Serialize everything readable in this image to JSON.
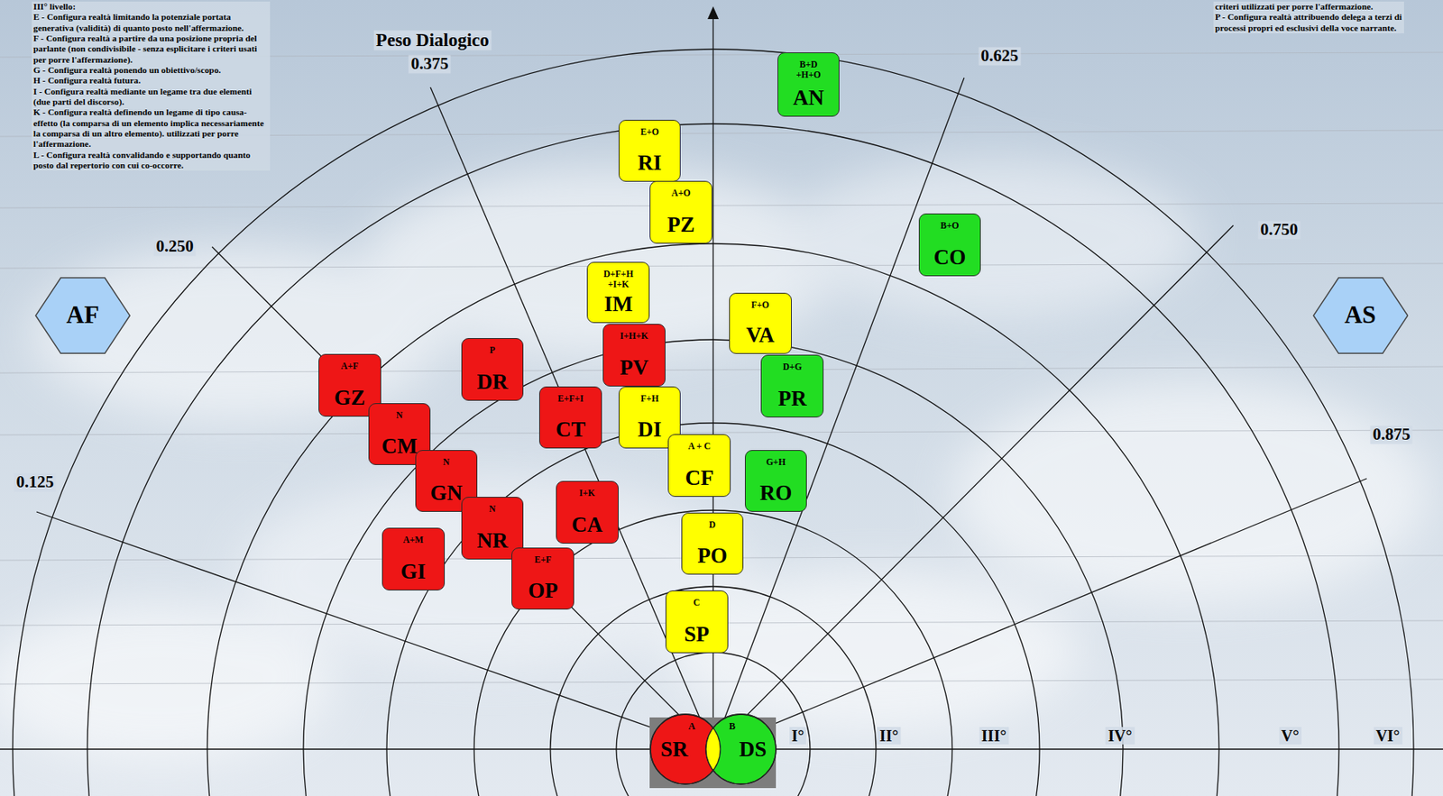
{
  "diagram": {
    "nodes": [
      {
        "text": [
          "B+D +H+O",
          "AN"
        ]
      },
      {
        "text": [
          "E+O",
          "RI"
        ]
      },
      {
        "text": [
          "A+O",
          "PZ"
        ]
      },
      {
        "text": [
          "B+O",
          "CO"
        ]
      },
      {
        "text": [
          "D+F+H +I+K",
          "IM"
        ]
      },
      {
        "text": [
          "AF"
        ]
      },
      {
        "text": [
          "AS"
        ]
      },
      {
        "text": [
          "F+O",
          "VA"
        ]
      },
      {
        "text": [
          "I+H+K",
          "PV"
        ]
      },
      {
        "text": [
          "P",
          "DR"
        ]
      },
      {
        "text": [
          "D+G",
          "PR"
        ]
      },
      {
        "text": [
          "A+F",
          "GZ"
        ]
      },
      {
        "text": [
          "E+F+I",
          "CT"
        ]
      },
      {
        "text": [
          "F+H",
          "DI"
        ]
      },
      {
        "text": [
          "N",
          "CM"
        ]
      },
      {
        "text": [
          "A + C",
          "CF"
        ]
      },
      {
        "text": [
          "G+H",
          "RO"
        ]
      },
      {
        "text": [
          "N",
          "GN"
        ]
      },
      {
        "text": [
          "I+K",
          "CA"
        ]
      },
      {
        "text": [
          "N",
          "NR"
        ]
      },
      {
        "text": [
          "D",
          "PO"
        ]
      },
      {
        "text": [
          "A+M",
          "GI"
        ]
      },
      {
        "text": [
          "E+F",
          "OP"
        ]
      },
      {
        "text": [
          "C",
          "SP"
        ]
      },
      {
        "text": [
          "A",
          "SR"
        ]
      },
      {
        "text": [
          "B",
          "DS"
        ]
      }
    ],
    "labels": [
      "III° livello:",
      "E - Configura realtà limitando la potenziale portata generativa (validità) di quanto posto nell'affermazione.",
      "F - Configura realtà a partire da una posizione propria del parlante (non condivisibile - senza esplicitare i criteri usati per porre l'affermazione).",
      "G - Configura realtà ponendo un obiettivo/scopo.",
      "H - Configura realtà futura.",
      "I - Configura realtà mediante un legame tra due elementi (due parti del discorso).",
      "K - Configura realtà definendo un legame di tipo causa-effetto (la comparsa di un elemento implica necessariamente la comparsa di un altro elemento). utilizzati per porre l'affermazione.",
      "L - Configura realtà convalidando e supportando quanto posto dal repertorio con cui co-occorre.",
      "criteri utilizzati per porre l'affermazione.",
      "P - Configura realtà attribuendo delega a terzi di processi propri ed esclusivi della voce narrante.",
      "Peso Dialogico",
      "0.375",
      "0.625",
      "0.250",
      "0.750",
      "0.125",
      "0.875",
      "I°",
      "II°",
      "III°",
      "IV°",
      "V°",
      "VI°"
    ]
  }
}
